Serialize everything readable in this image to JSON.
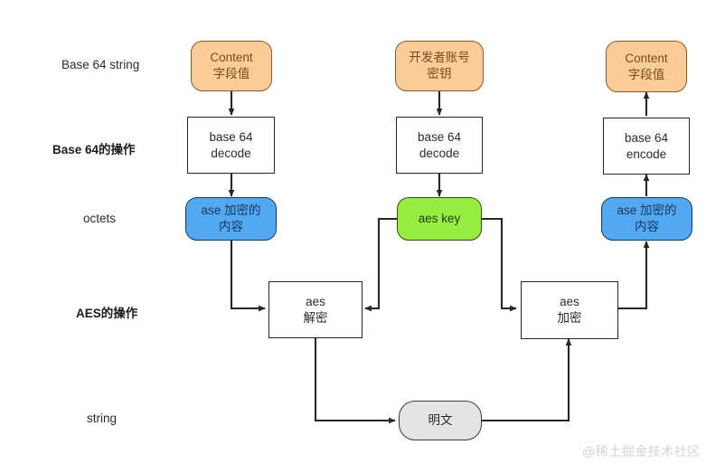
{
  "diagram": {
    "title": "AES encryption / decryption with Base 64 flow",
    "background": "#ffffff",
    "watermark": "@稀土掘金技术社区",
    "colors": {
      "orange_fill": "#fbcc9a",
      "orange_border": "#8a5a2b",
      "orange_text": "#7a4a18",
      "blue_fill": "#54a8f0",
      "blue_border": "#14365c",
      "blue_text": "#15395e",
      "green_fill": "#96ed42",
      "green_border": "#3c4a12",
      "green_text": "#2a3a0c",
      "gray_fill": "#e4e4e4",
      "gray_border": "#3c3c3c",
      "gray_text": "#2b2b2b",
      "white_fill": "#ffffff",
      "line": "#262626",
      "watermark_color": "#d4d4d4"
    },
    "row_labels": [
      {
        "id": "row-base64-string",
        "text": "Base 64 string",
        "bold": false
      },
      {
        "id": "row-base64-op",
        "text": "Base 64的操作",
        "bold": true
      },
      {
        "id": "row-octets",
        "text": "octets",
        "bold": false
      },
      {
        "id": "row-aes-op",
        "text": "AES的操作",
        "bold": true
      },
      {
        "id": "row-string",
        "text": "string",
        "bold": false
      }
    ],
    "nodes": [
      {
        "id": "content-field-left",
        "lines": [
          "Content",
          "字段值"
        ],
        "shape": "rounded",
        "style": "orange"
      },
      {
        "id": "developer-key",
        "lines": [
          "开发者账号",
          "密钥"
        ],
        "shape": "rounded",
        "style": "orange"
      },
      {
        "id": "content-field-right",
        "lines": [
          "Content",
          "字段值"
        ],
        "shape": "rounded",
        "style": "orange"
      },
      {
        "id": "base64-decode-left",
        "lines": [
          "base 64",
          "decode"
        ],
        "shape": "rect",
        "style": "white"
      },
      {
        "id": "base64-decode-mid",
        "lines": [
          "base 64",
          "decode"
        ],
        "shape": "rect",
        "style": "white"
      },
      {
        "id": "base64-encode-right",
        "lines": [
          "base 64",
          "encode"
        ],
        "shape": "rect",
        "style": "white"
      },
      {
        "id": "aes-encrypted-content-left",
        "lines": [
          "ase 加密的",
          "内容"
        ],
        "shape": "rounded",
        "style": "blue"
      },
      {
        "id": "aes-key",
        "lines": [
          "aes key"
        ],
        "shape": "rounded",
        "style": "green"
      },
      {
        "id": "aes-encrypted-content-right",
        "lines": [
          "ase 加密的",
          "内容"
        ],
        "shape": "rounded",
        "style": "blue"
      },
      {
        "id": "aes-decrypt",
        "lines": [
          "aes",
          "解密"
        ],
        "shape": "rect",
        "style": "white"
      },
      {
        "id": "aes-encrypt",
        "lines": [
          "aes",
          "加密"
        ],
        "shape": "rect",
        "style": "white"
      },
      {
        "id": "plaintext",
        "lines": [
          "明文"
        ],
        "shape": "pill",
        "style": "gray"
      }
    ]
  }
}
